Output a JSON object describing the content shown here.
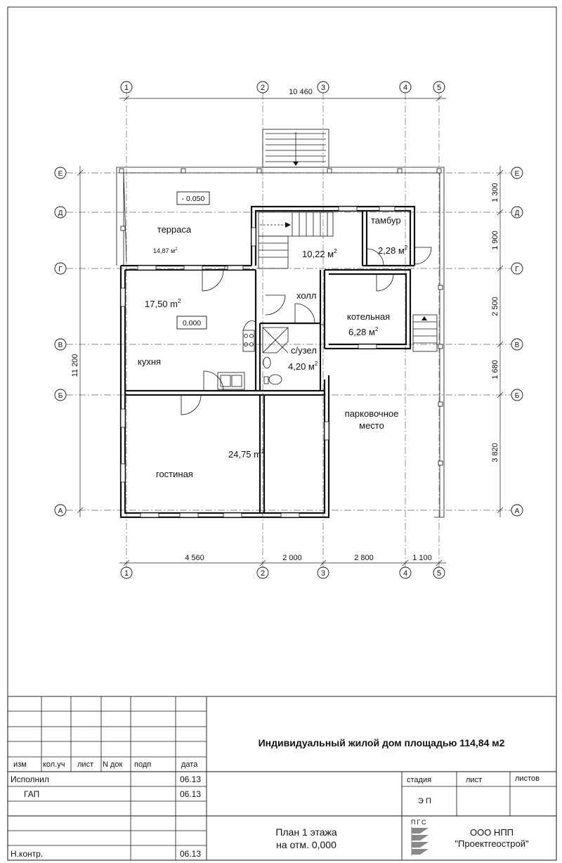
{
  "axes": {
    "vertical": [
      "1",
      "2",
      "3",
      "4",
      "5"
    ],
    "horizontal": [
      "Е",
      "Д",
      "Г",
      "В",
      "Б",
      "А"
    ]
  },
  "dimensions": {
    "top_total": "10 460",
    "bottom": [
      "4 560",
      "2 000",
      "2 800",
      "1 100"
    ],
    "left_total": "11 200",
    "right": [
      "1 300",
      "1 900",
      "2 500",
      "1 680",
      "3 820"
    ]
  },
  "rooms": {
    "terrace": {
      "name": "терраса",
      "area": "14,87 м",
      "level": "- 0.050"
    },
    "kitchen": {
      "name": "кухня",
      "area": "17,50 m",
      "level": "0.000"
    },
    "hall": {
      "name": "холл",
      "area": "10,22 м"
    },
    "vestibule": {
      "name": "тамбур",
      "area": "2,28 м"
    },
    "boiler": {
      "name": "котельная",
      "area": "6,28 м"
    },
    "wc": {
      "name": "с/узел",
      "area": "4,20 м"
    },
    "living": {
      "name": "гостиная",
      "area": "24,75 m"
    },
    "parking": {
      "line1": "парковочное",
      "line2": "место"
    },
    "sup": "2"
  },
  "title_block": {
    "headers": [
      "изм",
      "кол.уч",
      "лист",
      "N док",
      "подп",
      "дата"
    ],
    "rows": [
      {
        "role": "Исполнил",
        "date": "06.13"
      },
      {
        "role": "ГАП",
        "date": "06.13"
      },
      {
        "role": "Н.контр.",
        "date": "06.13"
      }
    ],
    "project_title": "Индивидуальный  жилой  дом  площадью 114,84  м2",
    "stage_label": "стадия",
    "sheet_label": "лист",
    "sheets_label": "листов",
    "stage_value": "Э П",
    "drawing_title_1": "План  1  этажа",
    "drawing_title_2": "на  отм.  0,000",
    "logo_text": "ПГС",
    "org_1": "ООО  НПП",
    "org_2": "\"Проектгеострой\""
  }
}
